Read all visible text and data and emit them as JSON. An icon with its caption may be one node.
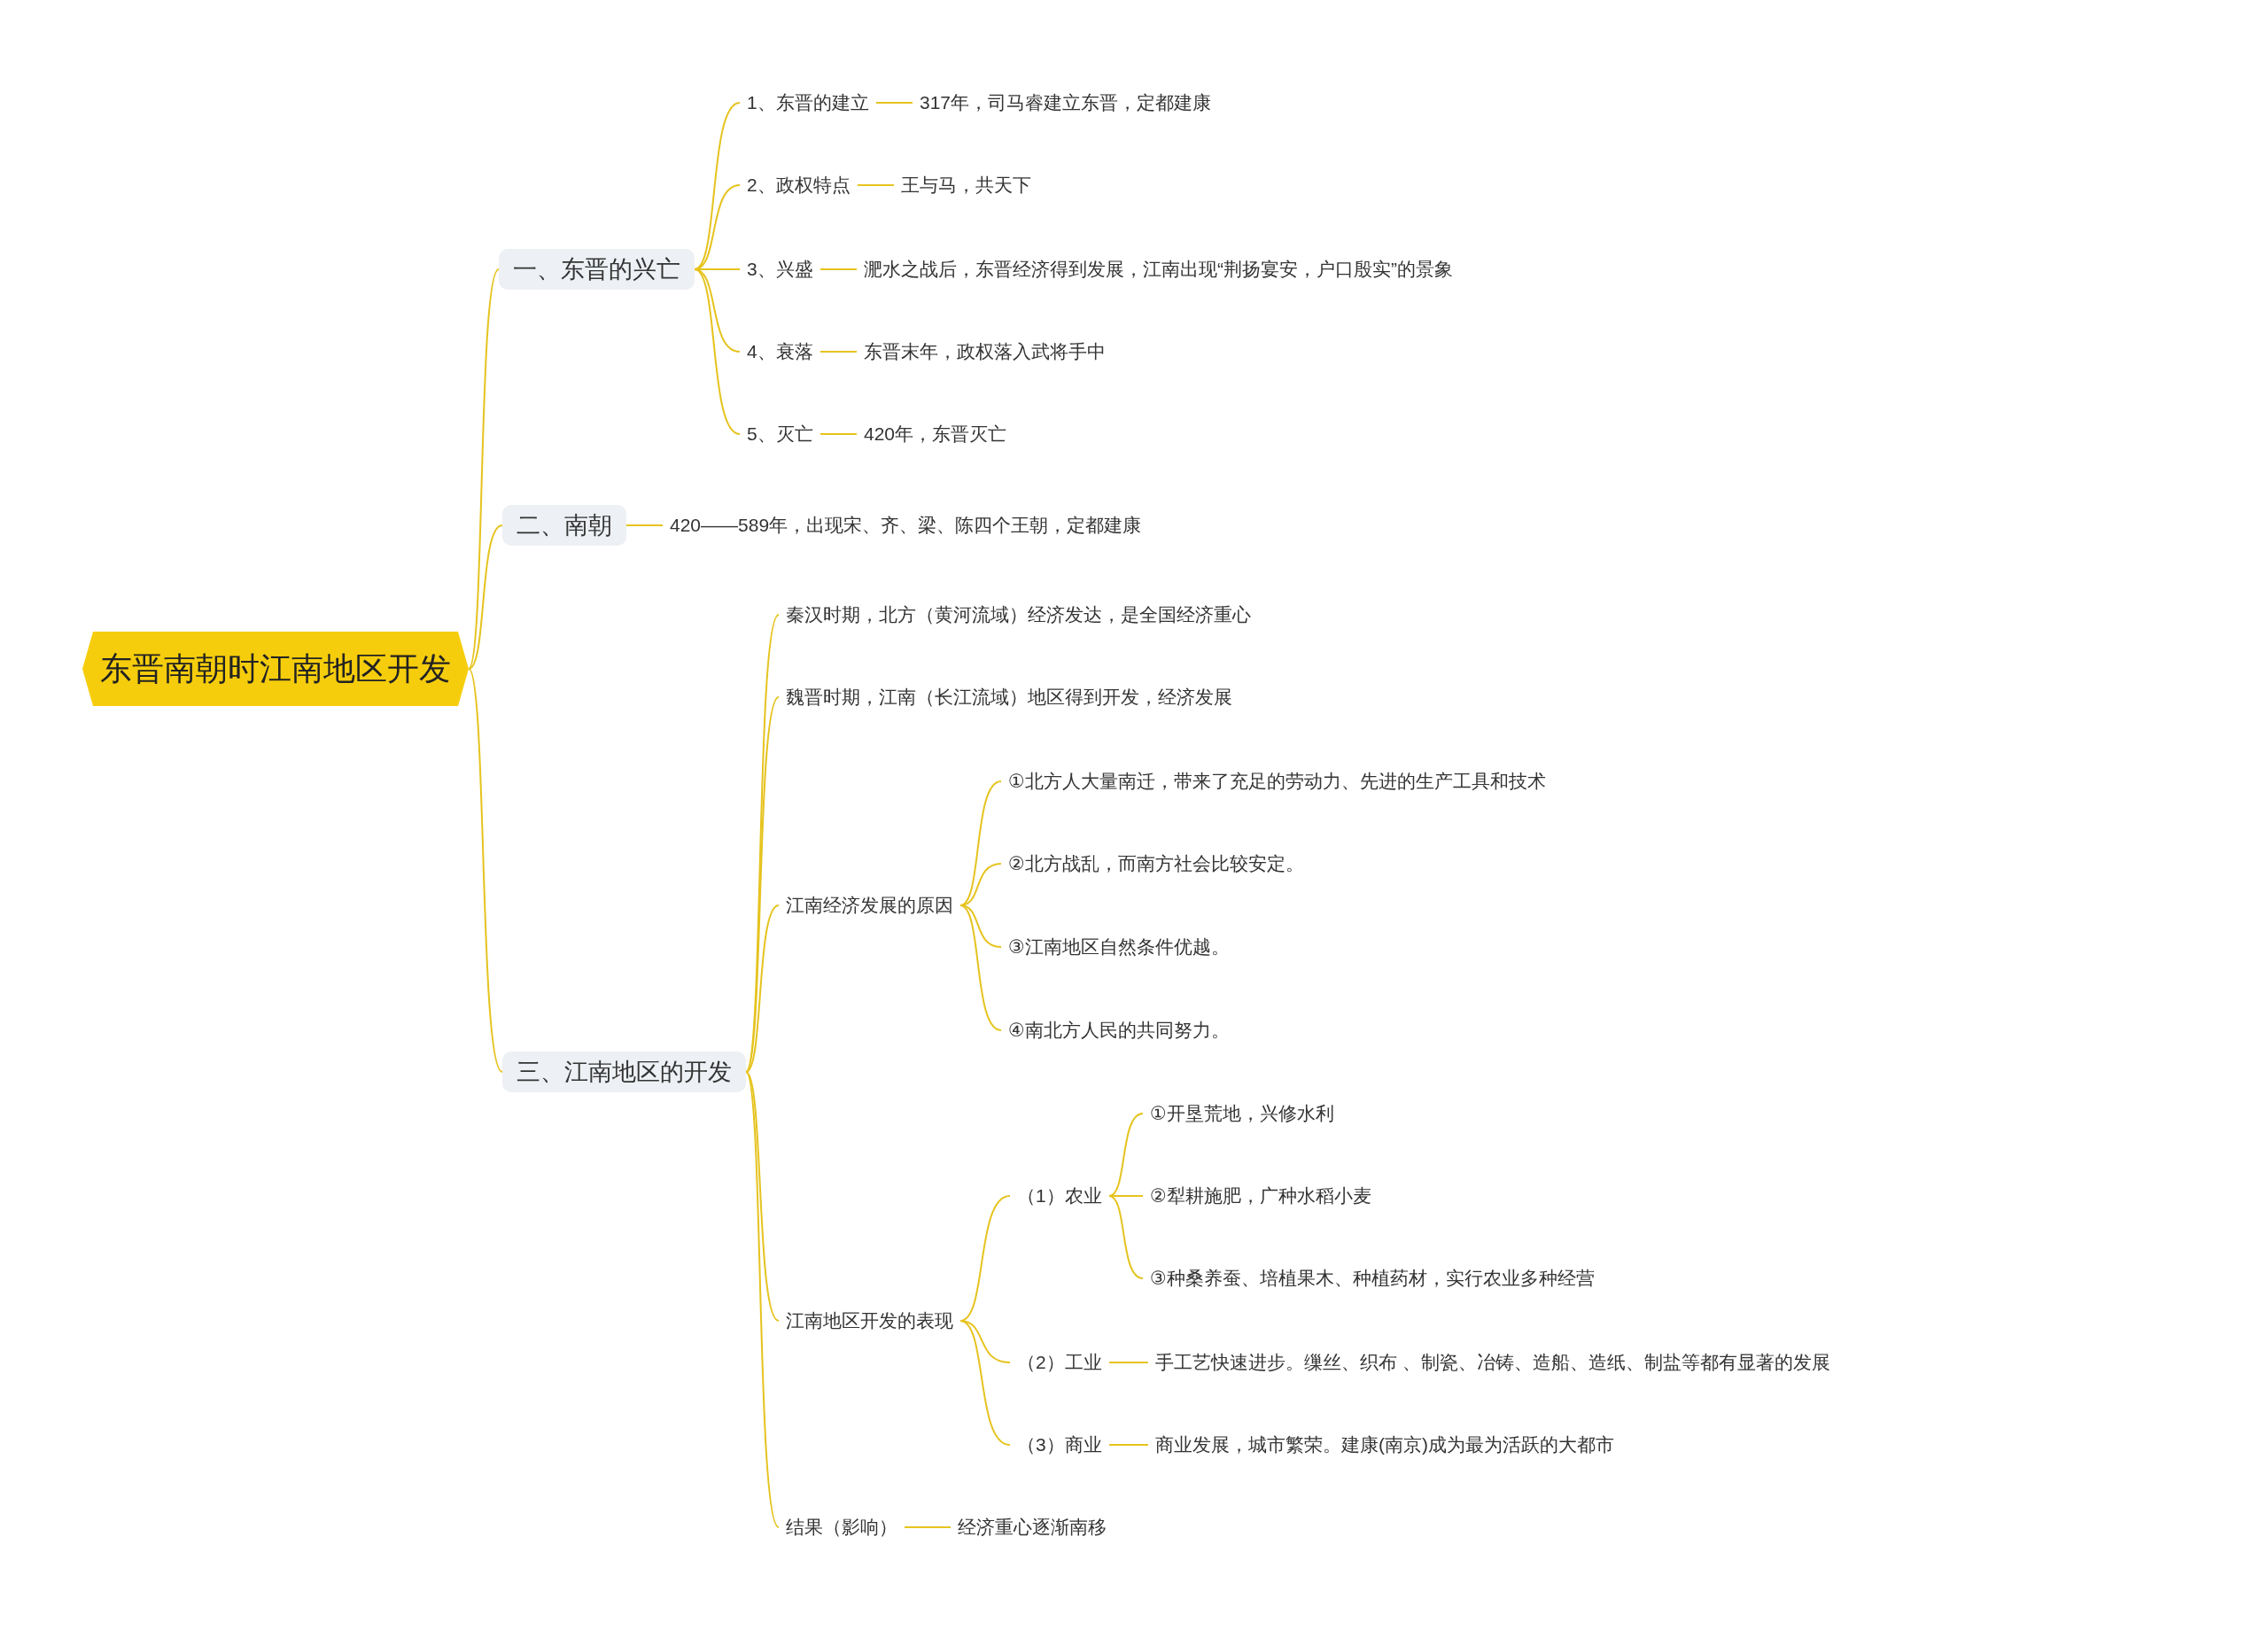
{
  "diagram": {
    "nodes": [
      {
        "text": [
          "东晋南朝时江南地区开发"
        ]
      },
      {
        "text": [
          "一、东晋的兴亡"
        ]
      },
      {
        "text": [
          "1、东晋的建立"
        ]
      },
      {
        "text": [
          "317年，司马睿建立东晋，定都建康"
        ]
      },
      {
        "text": [
          "2、政权特点"
        ]
      },
      {
        "text": [
          "王与马，共天下"
        ]
      },
      {
        "text": [
          "3、兴盛"
        ]
      },
      {
        "text": [
          "淝水之战后，东晋经济得到发展，江南出现“荆扬宴安，户口殷实”的景象"
        ]
      },
      {
        "text": [
          "4、衰落"
        ]
      },
      {
        "text": [
          "东晋末年，政权落入武将手中"
        ]
      },
      {
        "text": [
          "5、灭亡"
        ]
      },
      {
        "text": [
          "420年，东晋灭亡"
        ]
      },
      {
        "text": [
          "二、南朝"
        ]
      },
      {
        "text": [
          "420——589年，出现宋、齐、梁、陈四个王朝，定都建康"
        ]
      },
      {
        "text": [
          "三、江南地区的开发"
        ]
      },
      {
        "text": [
          "秦汉时期，北方（黄河流域）经济发达，是全国经济重心"
        ]
      },
      {
        "text": [
          "魏晋时期，江南（长江流域）地区得到开发，经济发展"
        ]
      },
      {
        "text": [
          "江南经济发展的原因"
        ]
      },
      {
        "text": [
          "①北方人大量南迁，带来了充足的劳动力、先进的生产工具和技术"
        ]
      },
      {
        "text": [
          "②北方战乱，而南方社会比较安定。"
        ]
      },
      {
        "text": [
          "③江南地区自然条件优越。"
        ]
      },
      {
        "text": [
          "④南北方人民的共同努力。"
        ]
      },
      {
        "text": [
          "江南地区开发的表现"
        ]
      },
      {
        "text": [
          "（1）农业"
        ]
      },
      {
        "text": [
          "①开垦荒地，兴修水利"
        ]
      },
      {
        "text": [
          "②犁耕施肥，广种水稻小麦"
        ]
      },
      {
        "text": [
          "③种桑养蚕、培植果木、种植药材，实行农业多种经营"
        ]
      },
      {
        "text": [
          "（2）工业"
        ]
      },
      {
        "text": [
          "手工艺快速进步。缫丝、织布 、制瓷、冶铸、造船、造纸、制盐等都有显著的发展"
        ]
      },
      {
        "text": [
          "（3）商业"
        ]
      },
      {
        "text": [
          "商业发展，城市繁荣。建康(南京)成为最为活跃的大都市"
        ]
      },
      {
        "text": [
          "结果（影响）"
        ]
      },
      {
        "text": [
          "经济重心逐渐南移"
        ]
      }
    ],
    "edges": [
      {
        "from": 0,
        "to": 1,
        "arrow": "none"
      },
      {
        "from": 1,
        "to": 2,
        "arrow": "none"
      },
      {
        "from": 2,
        "to": 3,
        "arrow": "none"
      },
      {
        "from": 1,
        "to": 4,
        "arrow": "none"
      },
      {
        "from": 4,
        "to": 5,
        "arrow": "none"
      },
      {
        "from": 1,
        "to": 6,
        "arrow": "none"
      },
      {
        "from": 6,
        "to": 7,
        "arrow": "none"
      },
      {
        "from": 1,
        "to": 8,
        "arrow": "none"
      },
      {
        "from": 8,
        "to": 9,
        "arrow": "none"
      },
      {
        "from": 1,
        "to": 10,
        "arrow": "none"
      },
      {
        "from": 10,
        "to": 11,
        "arrow": "none"
      },
      {
        "from": 0,
        "to": 12,
        "arrow": "none"
      },
      {
        "from": 12,
        "to": 13,
        "arrow": "none"
      },
      {
        "from": 0,
        "to": 14,
        "arrow": "none"
      },
      {
        "from": 14,
        "to": 15,
        "arrow": "none"
      },
      {
        "from": 14,
        "to": 16,
        "arrow": "none"
      },
      {
        "from": 14,
        "to": 17,
        "arrow": "none"
      },
      {
        "from": 17,
        "to": 18,
        "arrow": "none"
      },
      {
        "from": 17,
        "to": 19,
        "arrow": "none"
      },
      {
        "from": 17,
        "to": 20,
        "arrow": "none"
      },
      {
        "from": 17,
        "to": 21,
        "arrow": "none"
      },
      {
        "from": 14,
        "to": 22,
        "arrow": "none"
      },
      {
        "from": 22,
        "to": 23,
        "arrow": "none"
      },
      {
        "from": 23,
        "to": 24,
        "arrow": "none"
      },
      {
        "from": 23,
        "to": 25,
        "arrow": "none"
      },
      {
        "from": 23,
        "to": 26,
        "arrow": "none"
      },
      {
        "from": 22,
        "to": 27,
        "arrow": "none"
      },
      {
        "from": 27,
        "to": 28,
        "arrow": "none"
      },
      {
        "from": 22,
        "to": 29,
        "arrow": "none"
      },
      {
        "from": 29,
        "to": 30,
        "arrow": "none"
      },
      {
        "from": 14,
        "to": 31,
        "arrow": "none"
      },
      {
        "from": 31,
        "to": 32,
        "arrow": "none"
      }
    ]
  }
}
